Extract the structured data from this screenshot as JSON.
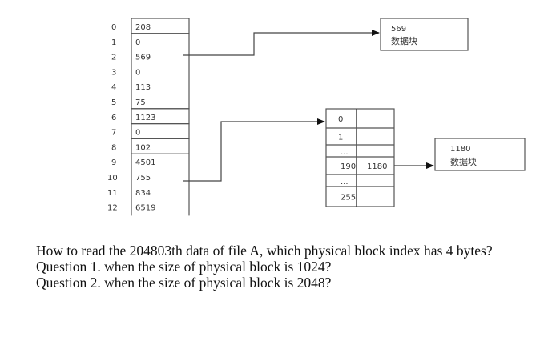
{
  "diagram": {
    "inode_table": {
      "rows": [
        {
          "index": "0",
          "value": "208"
        },
        {
          "index": "1",
          "value": "0"
        },
        {
          "index": "2",
          "value": "569"
        },
        {
          "index": "3",
          "value": "0"
        },
        {
          "index": "4",
          "value": "113"
        },
        {
          "index": "5",
          "value": "75"
        },
        {
          "index": "6",
          "value": "1123"
        },
        {
          "index": "7",
          "value": "0"
        },
        {
          "index": "8",
          "value": "102"
        },
        {
          "index": "9",
          "value": "4501"
        },
        {
          "index": "10",
          "value": "755"
        },
        {
          "index": "11",
          "value": "834"
        },
        {
          "index": "12",
          "value": "6519"
        }
      ]
    },
    "index_block": {
      "rows": [
        {
          "index": "0",
          "value": ""
        },
        {
          "index": "1",
          "value": ""
        },
        {
          "index": "...",
          "value": ""
        },
        {
          "index": "190",
          "value": "1180"
        },
        {
          "index": "...",
          "value": ""
        },
        {
          "index": "255",
          "value": ""
        }
      ]
    },
    "data_blocks": [
      {
        "number": "569",
        "label": "数据块"
      },
      {
        "number": "1180",
        "label": "数据块"
      }
    ],
    "arrows": [
      {
        "from": "inode row 2 (569)",
        "to": "data block 569"
      },
      {
        "from": "inode row 10 (755)",
        "to": "index block row 0"
      },
      {
        "from": "index block row 190 (1180)",
        "to": "data block 1180"
      }
    ]
  },
  "question": {
    "lines": [
      "How to read the 204803th data of file A, which physical block index has 4 bytes?",
      "Question 1. when the size of physical block is 1024?",
      "Question 2. when the size of physical block is 2048?"
    ]
  }
}
